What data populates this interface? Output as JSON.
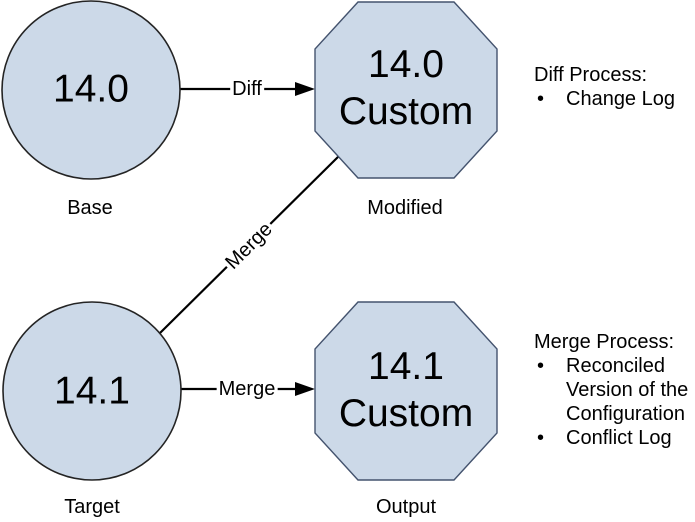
{
  "diagram": {
    "nodes": {
      "base": {
        "label": "14.0",
        "caption": "Base"
      },
      "modified": {
        "line1": "14.0",
        "line2": "Custom",
        "caption": "Modified"
      },
      "target": {
        "label": "14.1",
        "caption": "Target"
      },
      "output": {
        "line1": "14.1",
        "line2": "Custom",
        "caption": "Output"
      }
    },
    "edges": {
      "diff": {
        "label": "Diff"
      },
      "merge_diagonal": {
        "label": "Merge"
      },
      "merge": {
        "label": "Merge"
      }
    },
    "notes": {
      "diff": {
        "title": "Diff Process:",
        "bullet": "•",
        "items": [
          "Change Log"
        ]
      },
      "merge": {
        "title": "Merge Process:",
        "bullet": "•",
        "items": [
          "Reconciled Version of the Configuration",
          "Conflict Log"
        ]
      }
    },
    "colors": {
      "node_fill": "#ccd9e8",
      "circle_stroke": "#242424",
      "octagon_stroke": "#44536e",
      "connector": "#000000",
      "text": "#000000",
      "background": "#ffffff"
    }
  }
}
